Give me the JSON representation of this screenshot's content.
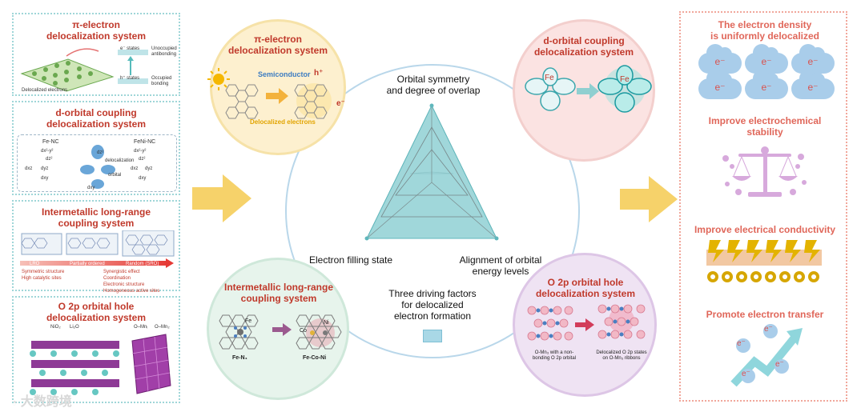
{
  "left_panels": [
    {
      "title_lines": [
        "π-electron",
        "delocalization system"
      ],
      "labels": [
        "e⁻ states",
        "h⁺ states",
        "Unoccupied antibonding",
        "Occupied bonding",
        "Delocalized electrons"
      ]
    },
    {
      "title_lines": [
        "d-orbital coupling",
        "delocalization system"
      ],
      "labels": [
        "Fe-NC",
        "FeNi-NC",
        "dx²-y²",
        "dz²",
        "dxz",
        "dyz",
        "dxy",
        "dz²",
        "dxy",
        "delocalization",
        "orbital",
        "dx²-y²",
        "dz²",
        "dxz",
        "dyz",
        "dxy"
      ]
    },
    {
      "title_lines": [
        "Intermetallic long-range",
        "coupling system"
      ],
      "labels": [
        "LRO",
        "Partially ordered",
        "Random (SRO)",
        "Symmetric structure",
        "High catalytic sites",
        "Synergistic effect",
        "Coordination",
        "Electronic structure",
        "Homogeneous active sites"
      ]
    },
    {
      "title_lines": [
        "O 2p orbital hole",
        "delocalization system"
      ],
      "labels": [
        "NiO₂",
        "Li₂O",
        "O–Mnᵢ",
        "O–Mn₂"
      ]
    }
  ],
  "circles": {
    "pi": {
      "title_lines": [
        "π-electron",
        "delocalization system"
      ],
      "semiconductor": "Semiconductor",
      "delocalized": "Delocalized electrons",
      "hplus": "h⁺",
      "eminus": "e⁻"
    },
    "d": {
      "title_lines": [
        "d-orbital coupling",
        "delocalization system"
      ],
      "fe1": "Fe",
      "fe2": "Fe"
    },
    "inter": {
      "title_lines": [
        "Intermetallic long-range",
        "coupling system"
      ],
      "fe": "Fe",
      "fen4": "Fe-N₄",
      "co": "Co",
      "ni": "Ni",
      "fecon": "Fe-Co-Ni"
    },
    "o2p": {
      "title_lines": [
        "O 2p orbital hole",
        "delocalization system"
      ],
      "cap1_lines": [
        "O-Mn₃ with a non-",
        "bonding O 2p orbital"
      ],
      "cap2_lines": [
        "Delocalized O 2p states",
        "on O-Mn₃ ribbons"
      ]
    }
  },
  "center": {
    "top_label_lines": [
      "Orbital symmetry",
      "and degree of overlap"
    ],
    "left_label": "Electron filling state",
    "right_label_lines": [
      "Alignment of orbital",
      "energy levels"
    ],
    "factors_lines": [
      "Three driving factors",
      "for delocalized",
      "electron formation"
    ],
    "radar_values": [
      1,
      1,
      1
    ]
  },
  "right_panel": {
    "sections": [
      {
        "title_lines": [
          "The electron density",
          "is uniformly delocalized"
        ]
      },
      {
        "title_lines": [
          "Improve electrochemical",
          "stability"
        ]
      },
      {
        "title_lines": [
          "Improve electrical conductivity"
        ]
      },
      {
        "title_lines": [
          "Promote electron transfer"
        ]
      }
    ],
    "cloud_label": "e⁻",
    "electron_label": "e⁻"
  },
  "watermark": "大数跨境",
  "colors": {
    "title_red": "#c0392b",
    "arrow_yellow": "#f6d26a",
    "radar_fill": "#8fd0d4",
    "panel_border": "#9fd6d8",
    "right_border": "#f1a79b",
    "right_title": "#e0675a",
    "cloud": "#a9cdea",
    "balance": "#d7a9dc",
    "gear": "#d6a600"
  }
}
